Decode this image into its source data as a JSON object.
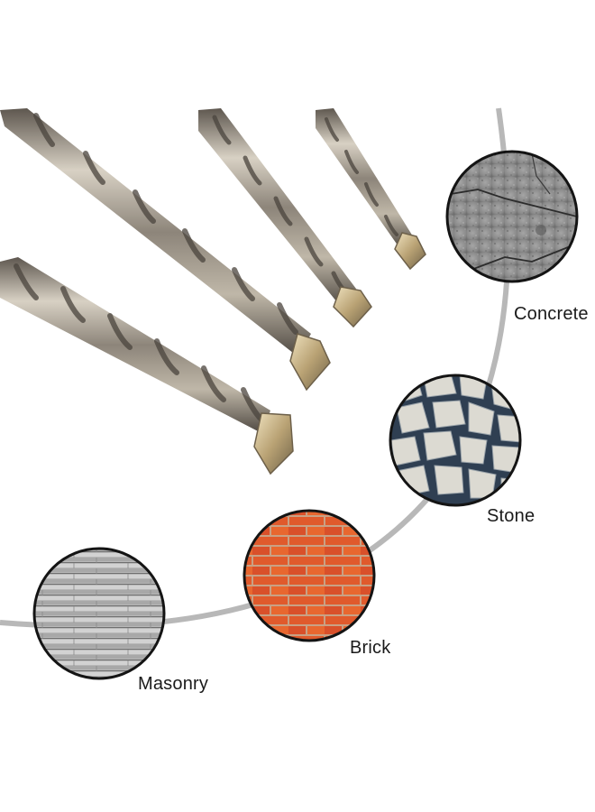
{
  "materials": [
    {
      "key": "concrete",
      "label": "Concrete"
    },
    {
      "key": "stone",
      "label": "Stone"
    },
    {
      "key": "brick",
      "label": "Brick"
    },
    {
      "key": "masonry",
      "label": "Masonry"
    }
  ],
  "colors": {
    "arc": "#b8b8b8",
    "ring": "#141414",
    "bit_dark": "#6e665c",
    "bit_light": "#cfc7b8",
    "tip_gold": "#c8b48a",
    "brick_red": "#d9532a",
    "mortar": "#c8a98a",
    "concrete": "#8e8e8e",
    "stone_light": "#dcdad2",
    "stone_grout": "#2f3f52",
    "masonry": "#b9b9b9"
  },
  "icons": [
    "drill-bit-1",
    "drill-bit-2",
    "drill-bit-3",
    "drill-bit-4"
  ]
}
